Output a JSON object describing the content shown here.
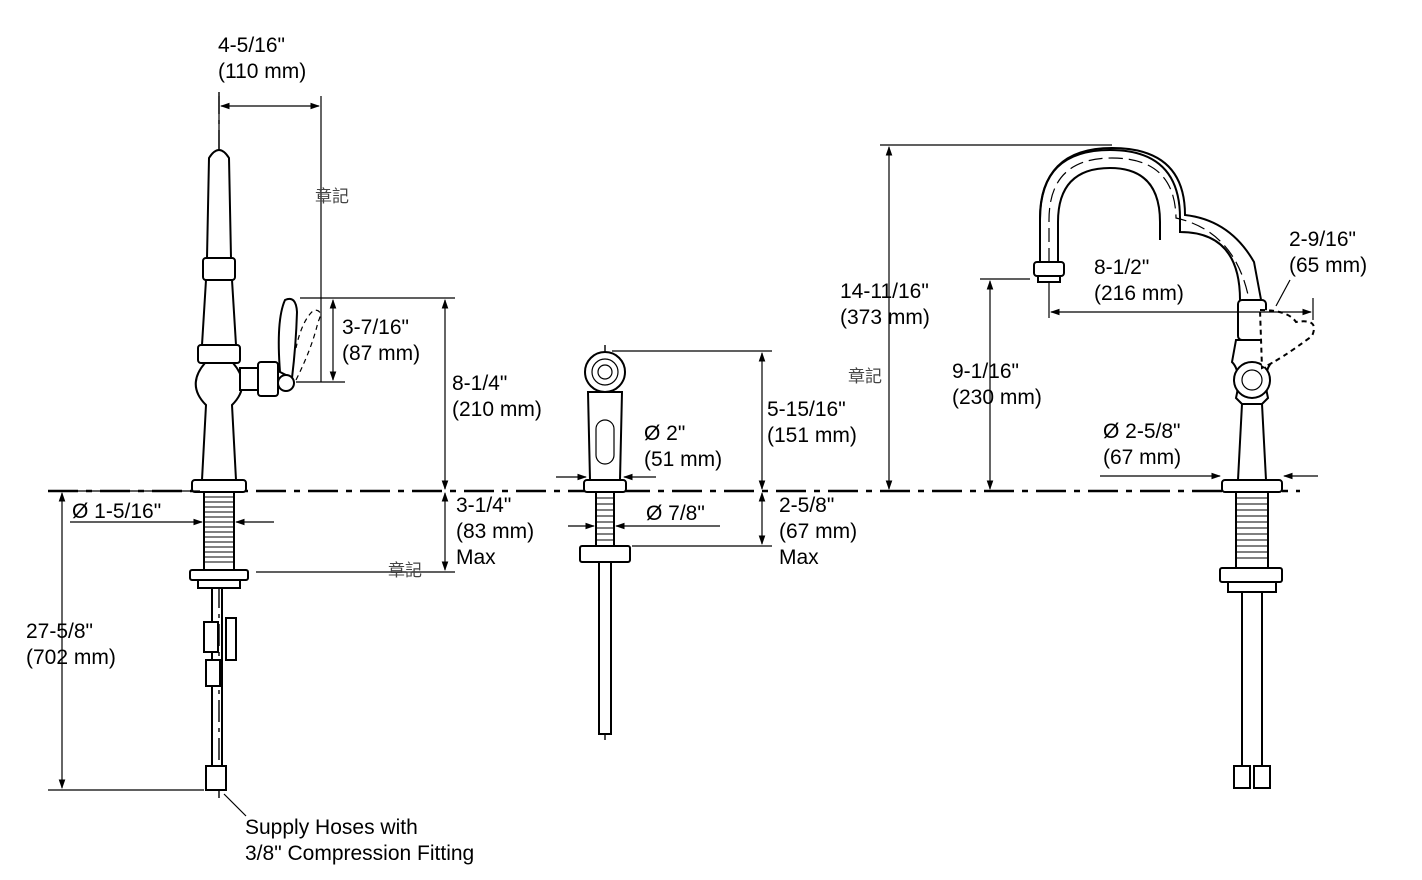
{
  "watermark": "章記",
  "dimensions": {
    "spout_reach_in": "4-5/16\"",
    "spout_reach_mm": "(110 mm)",
    "handle_height_in": "3-7/16\"",
    "handle_height_mm": "(87 mm)",
    "pulldown_height_in": "8-1/4\"",
    "pulldown_height_mm": "(210 mm)",
    "shank_dia": "Ø 1-5/16\"",
    "deck_thickness_in": "3-1/4\"",
    "deck_thickness_mm": "(83 mm)",
    "deck_thickness_max": "Max",
    "overall_length_in": "27-5/8\"",
    "overall_length_mm": "(702 mm)",
    "hose_note_line1": "Supply Hoses with",
    "hose_note_line2": "3/8\" Compression Fitting",
    "spray_dia_in": "Ø 2\"",
    "spray_dia_mm": "(51 mm)",
    "spray_height_in": "5-15/16\"",
    "spray_height_mm": "(151 mm)",
    "spray_shank_dia": "Ø 7/8\"",
    "spray_deck_in": "2-5/8\"",
    "spray_deck_mm": "(67 mm)",
    "spray_deck_max": "Max",
    "gooseneck_height_in": "14-11/16\"",
    "gooseneck_height_mm": "(373 mm)",
    "spout_clear_in": "9-1/16\"",
    "spout_clear_mm": "(230 mm)",
    "gooseneck_reach_in": "8-1/2\"",
    "gooseneck_reach_mm": "(216 mm)",
    "handle_offset_in": "2-9/16\"",
    "handle_offset_mm": "(65 mm)",
    "base_dia_in": "Ø 2-5/8\"",
    "base_dia_mm": "(67 mm)"
  }
}
